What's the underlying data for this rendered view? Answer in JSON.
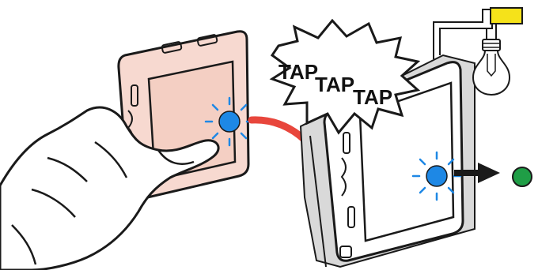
{
  "callout": {
    "words": [
      "TAP",
      "TAP",
      "TAP"
    ]
  },
  "colors": {
    "tapped_switch_fill": "#f7d9d0",
    "tap_indicator_blue": "#1e88e5",
    "tap_arrow_red": "#e8463c",
    "status_light_green": "#1f9e46",
    "wire_terminal_yellow": "#f5e21a",
    "outline": "#1a1a1a"
  },
  "icons": {
    "hand": "hand-pressing-icon",
    "lamp": "light-bulb-icon",
    "indicator": "blue-led-icon",
    "status": "green-status-dot-icon"
  }
}
